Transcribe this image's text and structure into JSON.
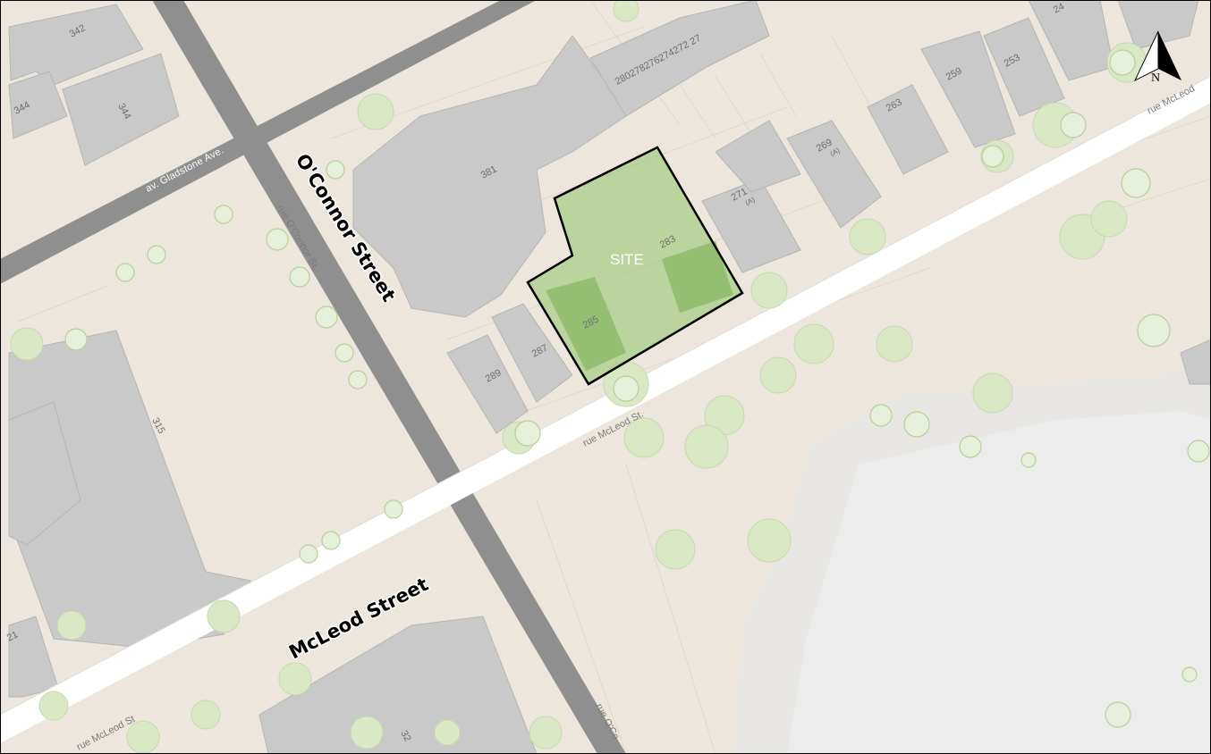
{
  "map": {
    "streets": {
      "oconnor_big": "O'Connor Street",
      "mcleod_big": "McLeod Street",
      "gladstone": "av. Gladstone Ave.",
      "oconnor_small": "rue O'Connor St.",
      "oconnor_bottom": "rue O'Co",
      "mcleod_mid": "rue McLeod St.",
      "mcleod_left": "rue McLeod St",
      "mcleod_right": "rue McLeod"
    },
    "site_label": "SITE",
    "north_label": "N",
    "addresses": {
      "a342": "342",
      "a344": "344",
      "a344b": "344",
      "a381": "381",
      "a280": "280278276274272 27",
      "a24": "24",
      "a253": "253",
      "a259": "259",
      "a263": "263",
      "a269": "269",
      "a269a": "(A)",
      "a271": "271",
      "a271a": "(A)",
      "a283": "283",
      "a285": "285",
      "a287": "287",
      "a289": "289",
      "a315": "315",
      "a21": "21",
      "a32": "32"
    },
    "colors": {
      "background": "#ede6dc",
      "major_road": "#8f8f8f",
      "minor_road": "#ffffff",
      "building": "#c9c9c9",
      "park": "#e9e9e9",
      "site_fill": "#8fc46a"
    }
  }
}
